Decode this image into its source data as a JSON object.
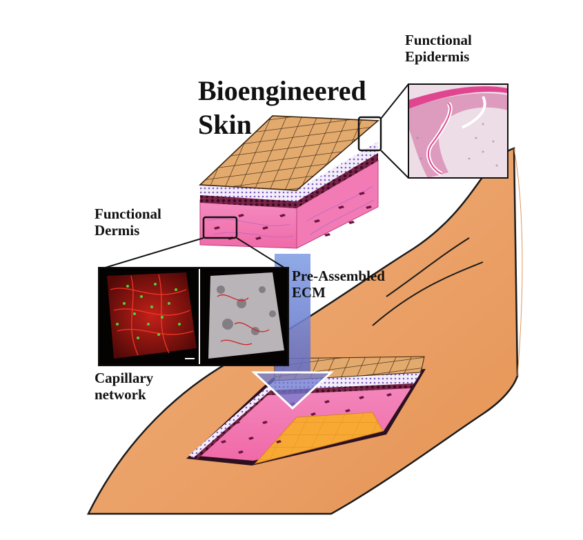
{
  "title": {
    "line1": "Bioengineered",
    "line2": "Skin"
  },
  "labels": {
    "epidermis": {
      "line1": "Functional",
      "line2": "Epidermis"
    },
    "dermis": {
      "line1": "Functional",
      "line2": "Dermis"
    },
    "ecm": {
      "line1": "Pre-Assembled",
      "line2": "ECM"
    },
    "capillary": {
      "line1": "Capillary",
      "line2": "network"
    }
  },
  "colors": {
    "arm_skin": "#e9a26a",
    "arm_outline": "#1a1a1a",
    "top_cells": "#e3aa6e",
    "dermis_pink": "#f472b0",
    "dermis_dark": "#e0509a",
    "epidermis_purple": "#8c6bc9",
    "basal_dark": "#4a1030",
    "fat_orange": "#f7a934",
    "ecm_arrow_blue": "#7f9fe0",
    "histology_bg": "#ecdde6",
    "histology_pink": "#e0468f",
    "confocal_bg": "#0a0404"
  },
  "icons": [
    "skin-block-3d-illustration",
    "arm-illustration",
    "histology-micrograph",
    "capillary-confocal-image",
    "ecm-confocal-image",
    "down-arrow"
  ]
}
